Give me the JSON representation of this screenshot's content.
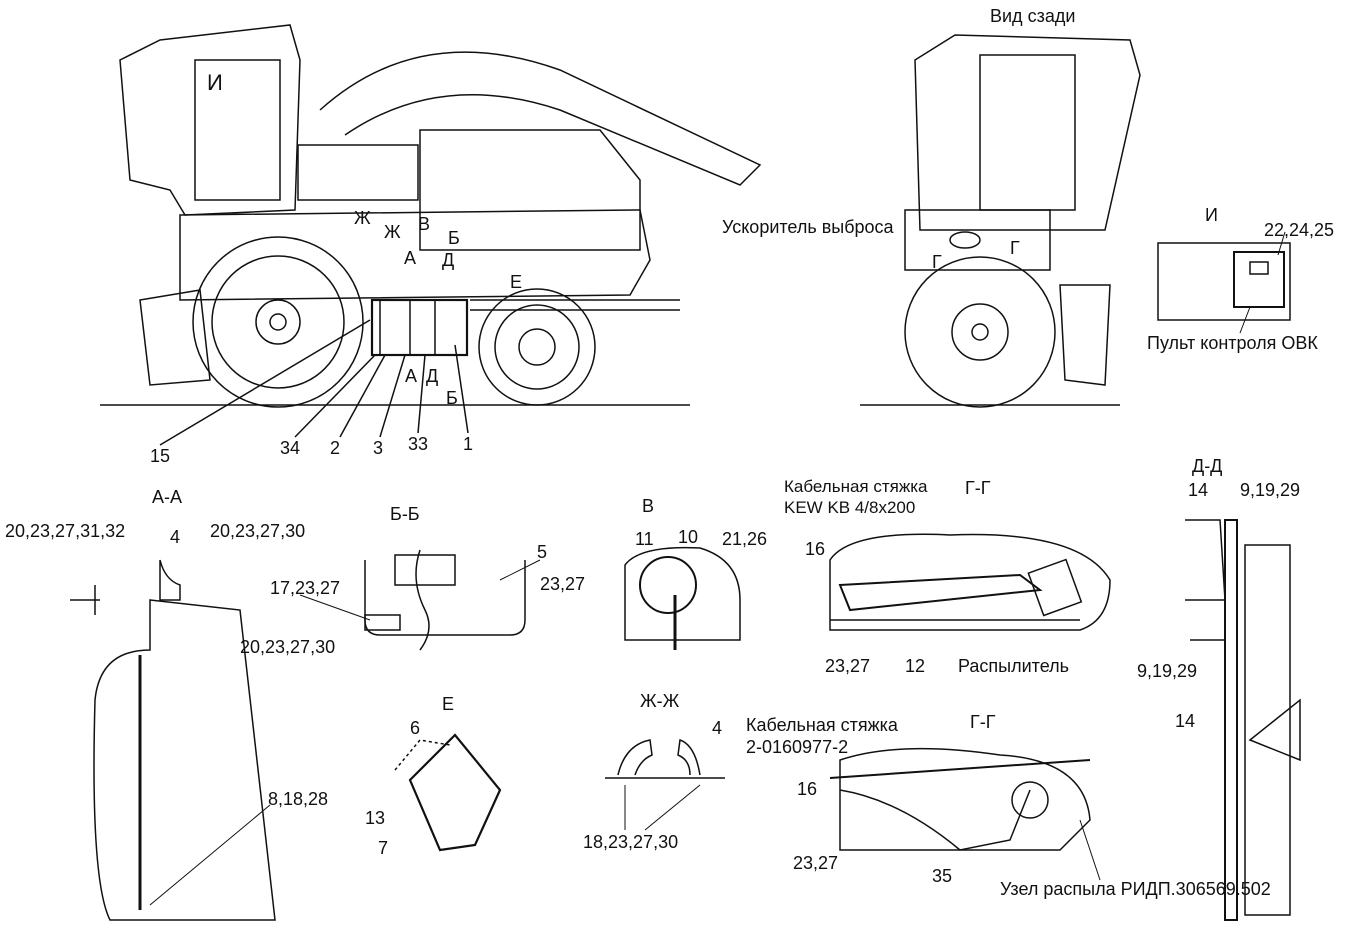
{
  "main_view": {
    "cab_callout": "И",
    "section_marks": [
      "Ж",
      "Ж",
      "В",
      "Б",
      "А",
      "Д",
      "Е",
      "А",
      "Д",
      "Б"
    ],
    "part_numbers": [
      "15",
      "34",
      "2",
      "3",
      "33",
      "1"
    ]
  },
  "rear_view": {
    "title": "Вид сзади",
    "accelerator_label": "Ускоритель выброса",
    "section_marks": [
      "Г",
      "Г"
    ]
  },
  "detail_I": {
    "title": "И",
    "parts": "22,24,25",
    "panel_label": "Пульт контроля ОВК"
  },
  "section_AA": {
    "title": "А-А",
    "labels": [
      "20,23,27,31,32",
      "4",
      "20,23,27,30",
      "20,23,27,30",
      "8,18,28"
    ]
  },
  "section_BB": {
    "title": "Б-Б",
    "labels": [
      "5",
      "23,27",
      "17,23,27"
    ]
  },
  "view_V": {
    "title": "В",
    "labels": [
      "11",
      "10",
      "21,26"
    ]
  },
  "section_GG_1": {
    "title": "Г-Г",
    "tie_label": "Кабельная стяжка",
    "tie_model": "KEW KB 4/8x200",
    "labels": [
      "16",
      "23,27",
      "12"
    ],
    "sprayer_label": "Распылитель"
  },
  "section_DD": {
    "title": "Д-Д",
    "labels": [
      "14",
      "9,19,29",
      "9,19,29",
      "14"
    ]
  },
  "view_E": {
    "title": "Е",
    "labels": [
      "6",
      "13",
      "7"
    ]
  },
  "section_ZhZh": {
    "title": "Ж-Ж",
    "labels": [
      "4",
      "18,23,27,30"
    ]
  },
  "section_GG_2": {
    "title": "Г-Г",
    "tie_label": "Кабельная стяжка",
    "tie_model": "2-0160977-2",
    "labels": [
      "16",
      "23,27",
      "35"
    ],
    "assembly_label": "Узел распыла РИДП.306569.502"
  }
}
